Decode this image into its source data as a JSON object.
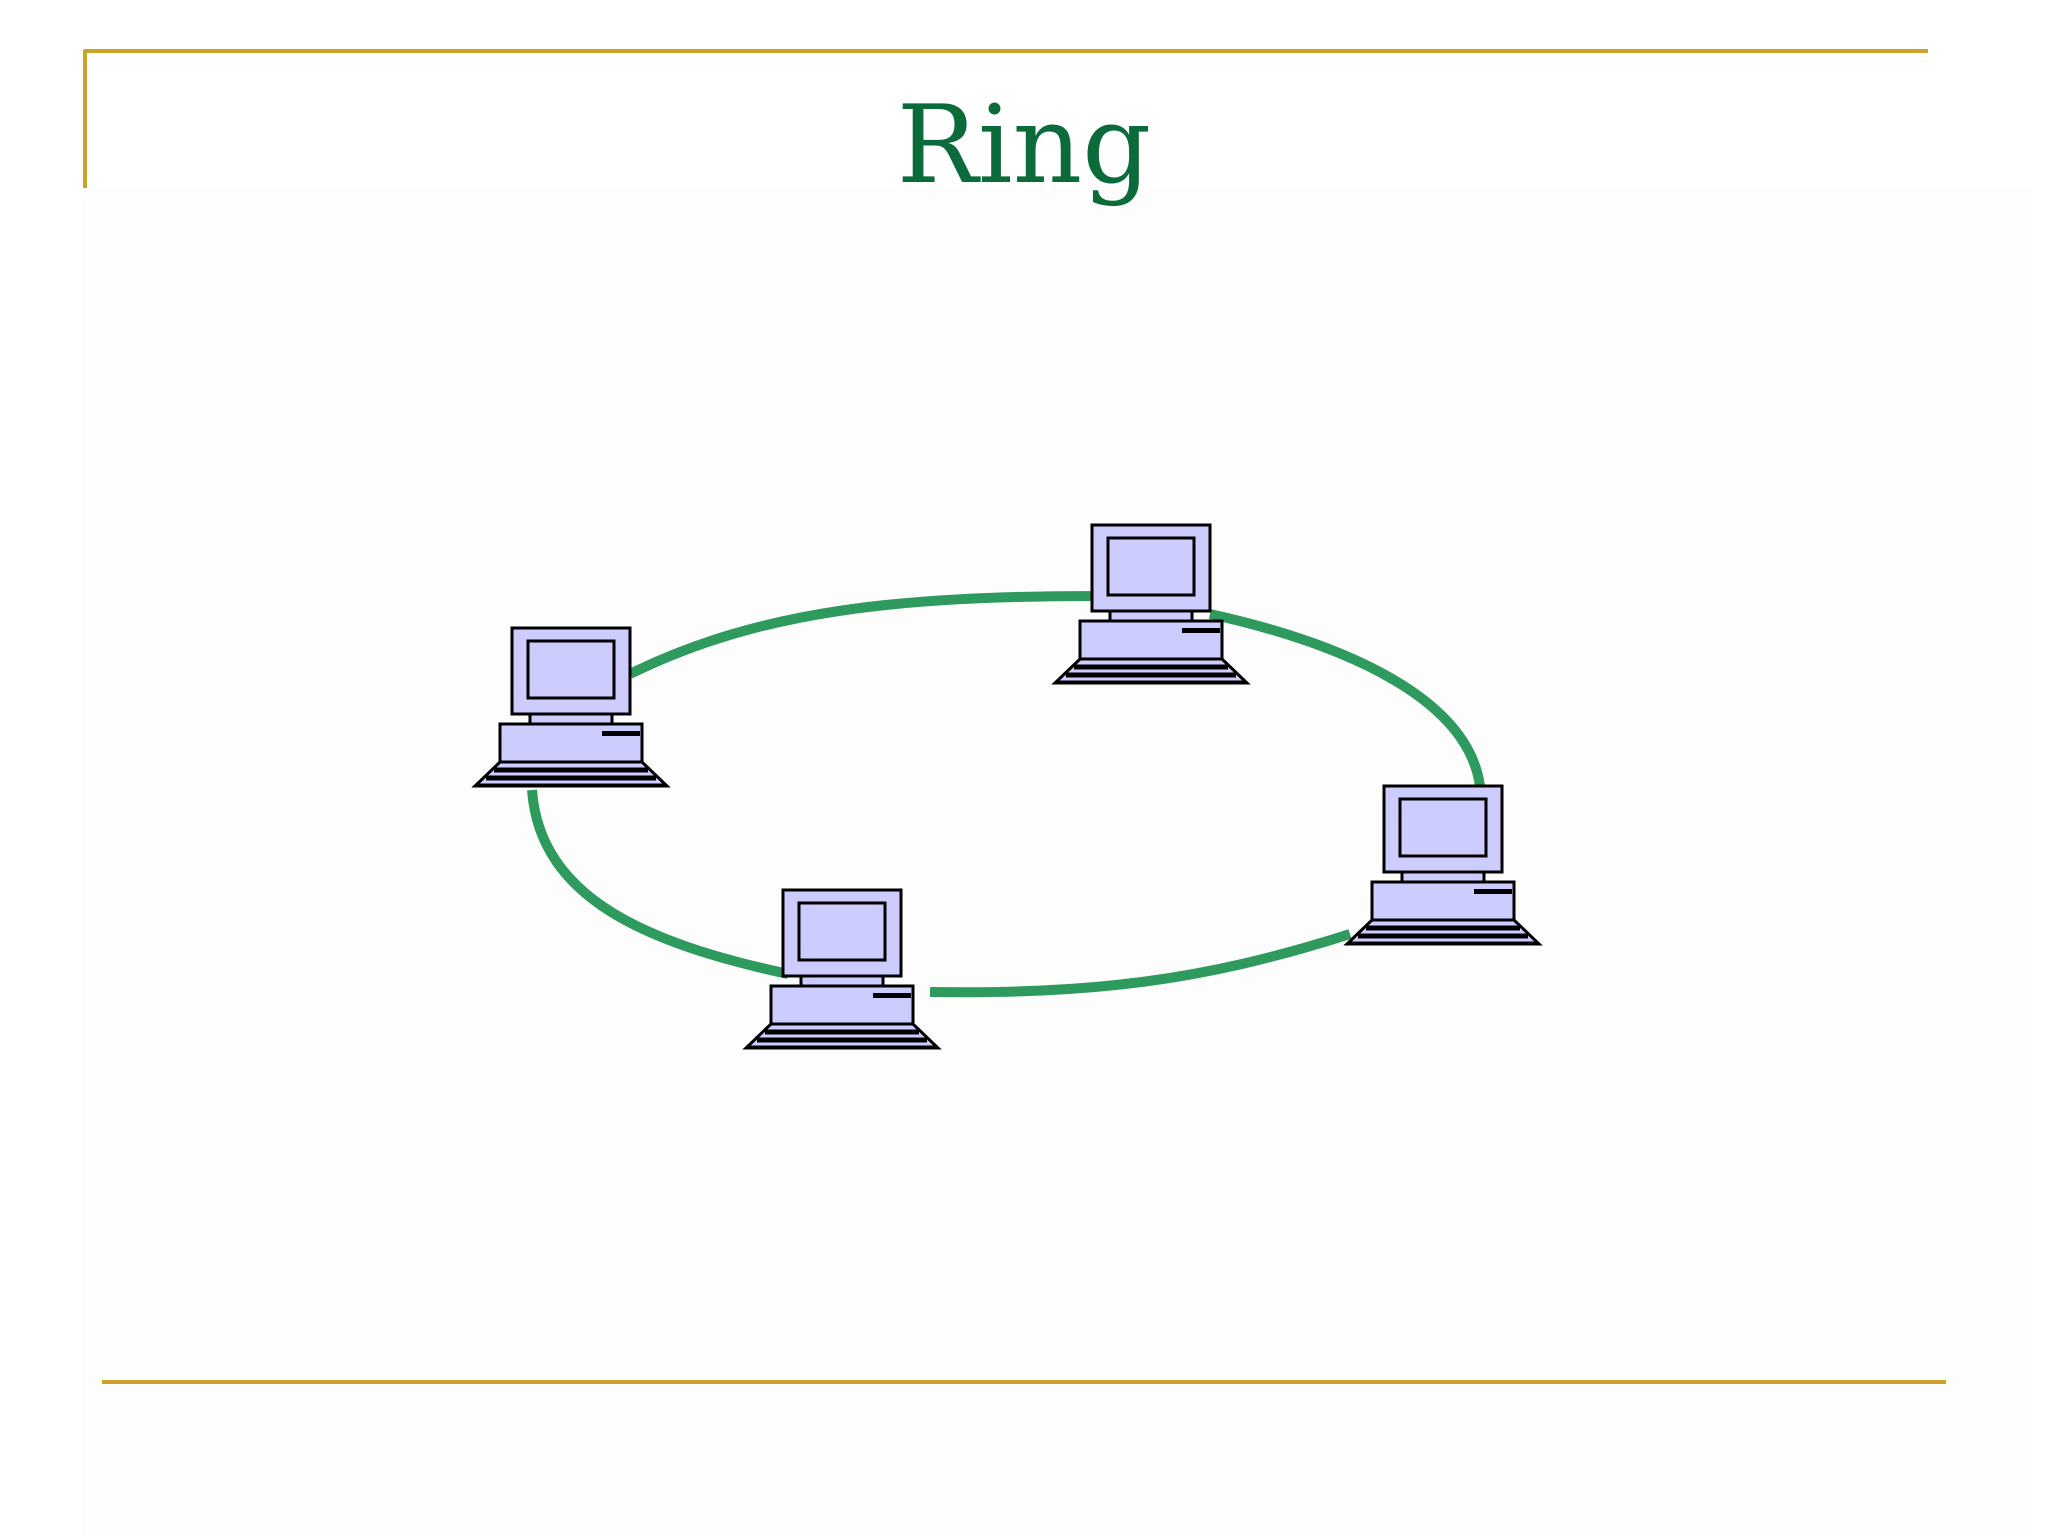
{
  "slide": {
    "title": "Ring"
  },
  "colors": {
    "accent_rule": "#c9a227",
    "title": "#0b6b3a",
    "ring": "#2e9a5e",
    "computer_fill": "#ccccff",
    "outline": "#000000"
  },
  "diagram": {
    "type": "ring-network",
    "nodes": [
      {
        "name": "computer-top",
        "icon": "desktop-computer-icon"
      },
      {
        "name": "computer-left",
        "icon": "desktop-computer-icon"
      },
      {
        "name": "computer-right",
        "icon": "desktop-computer-icon"
      },
      {
        "name": "computer-bottom",
        "icon": "desktop-computer-icon"
      }
    ],
    "links": [
      {
        "from": "computer-left",
        "to": "computer-top"
      },
      {
        "from": "computer-top",
        "to": "computer-right"
      },
      {
        "from": "computer-right",
        "to": "computer-bottom"
      },
      {
        "from": "computer-bottom",
        "to": "computer-left"
      }
    ]
  }
}
